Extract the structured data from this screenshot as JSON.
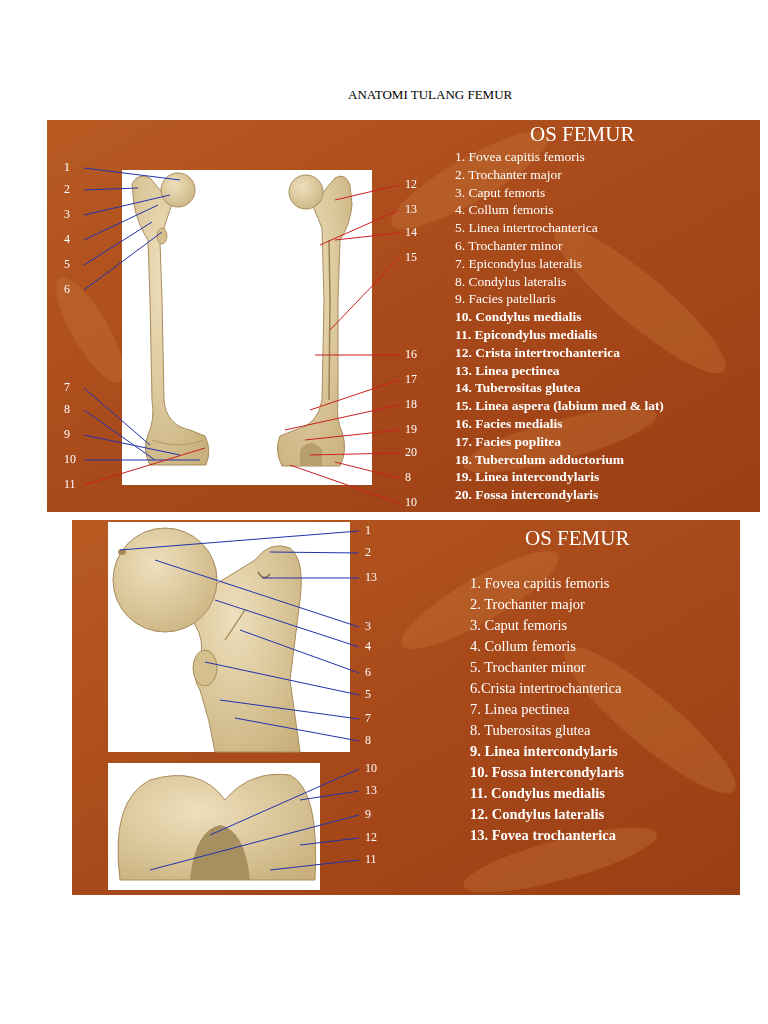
{
  "diagram": {
    "title": "ANATOMI TULANG FEMUR",
    "labels": [
      "OS FEMUR",
      "1. Fovea capitis femoris",
      "2. Trochanter major",
      "3. Caput femoris",
      "4. Collum femoris",
      "5. Linea intertrochanterica",
      "6. Trochanter minor",
      "7. Epicondylus lateralis",
      "8. Condylus lateralis",
      "9. Facies patellaris",
      "10. Condylus medialis",
      "11. Epicondylus medialis",
      "12. Crista intertrochanterica",
      "13. Linea pectinea",
      "14. Tuberositas glutea",
      "15. Linea aspera (labium med & lat)",
      "16. Facies medialis",
      "17. Facies poplitea",
      "18. Tuberculum adductorium",
      "19. Linea intercondylaris",
      "20. Fossa intercondylaris",
      "1",
      "2",
      "3",
      "4",
      "5",
      "6",
      "7",
      "8",
      "9",
      "10",
      "11",
      "12",
      "13",
      "14",
      "15",
      "16",
      "17",
      "18",
      "19",
      "20",
      "8",
      "10",
      "OS FEMUR",
      "1. Fovea capitis femoris",
      "2. Trochanter major",
      "3. Caput femoris",
      "4. Collum femoris",
      "5. Trochanter minor",
      "6.Crista intertrochanterica",
      "7. Linea pectinea",
      "8. Tuberositas glutea",
      "9. Linea intercondylaris",
      "10. Fossa intercondylaris",
      "11. Condylus medialis",
      "12. Condylus lateralis",
      "13. Fovea trochanterica",
      "1",
      "2",
      "13",
      "3",
      "4",
      "6",
      "5",
      "7",
      "8",
      "10",
      "13",
      "9",
      "12",
      "11"
    ]
  }
}
